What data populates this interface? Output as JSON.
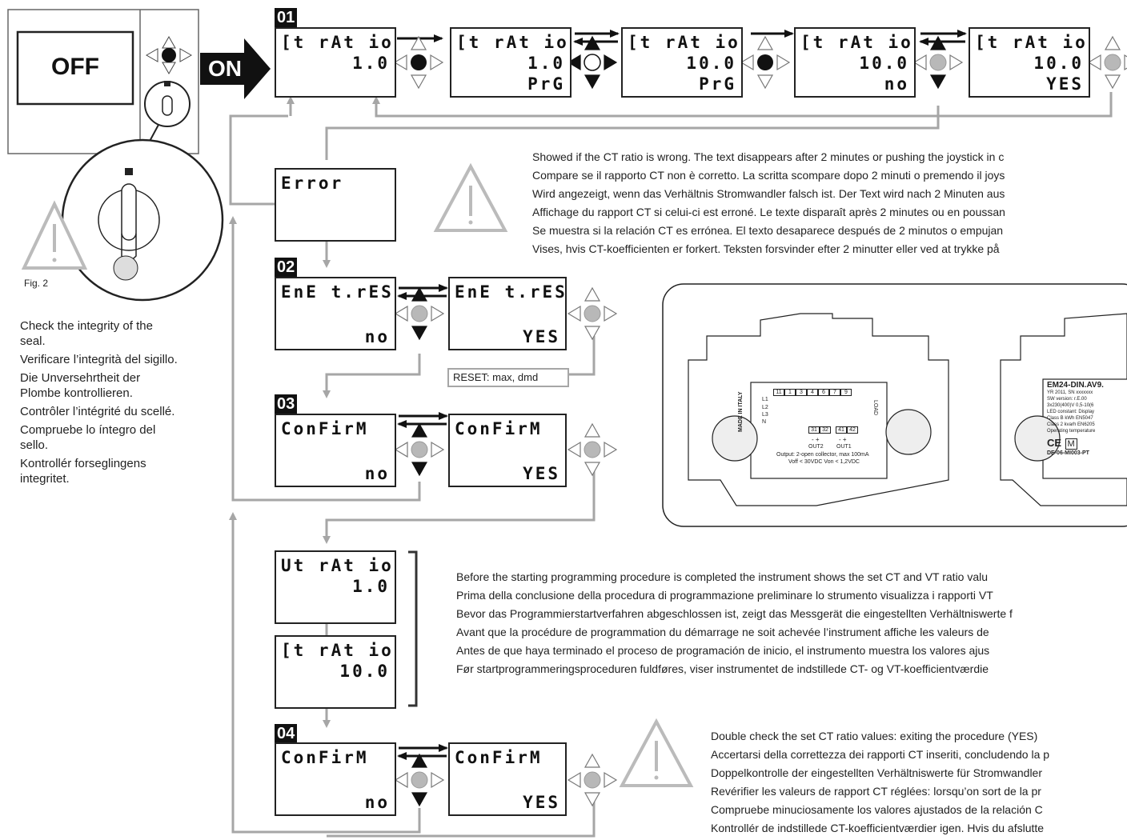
{
  "off_label": "OFF",
  "on_label": "ON",
  "fig_label": "Fig. 2",
  "seal_texts": [
    "Check the integrity of the seal.",
    "Verificare l’integrità del sigillo.",
    "Die Unversehrtheit der Plombe kontrollieren.",
    "Contrôler l’intégrité du scellé.",
    "Compruebe lo íntegro del sello.",
    "Kontrollér forseglingens integritet."
  ],
  "steps": [
    "01",
    "02",
    "03",
    "04"
  ],
  "lcd": {
    "s01_a": [
      "[t rAt io",
      "1.0",
      ""
    ],
    "s01_b": [
      "[t rAt io",
      "1.0",
      "PrG"
    ],
    "s01_c": [
      "[t rAt io",
      "10.0",
      "PrG"
    ],
    "s01_d": [
      "[t rAt io",
      "10.0",
      "no"
    ],
    "s01_e": [
      "[t rAt io",
      "10.0",
      "YES"
    ],
    "error": [
      "Error"
    ],
    "s02_a": [
      "EnE t.rES",
      "no"
    ],
    "s02_b": [
      "EnE t.rES",
      "YES"
    ],
    "s03_a": [
      "ConFirM",
      "no"
    ],
    "s03_b": [
      "ConFirM",
      "YES"
    ],
    "vt": [
      "Ut rAt io",
      "1.0"
    ],
    "ct": [
      "[t rAt io",
      "10.0"
    ],
    "s04_a": [
      "ConFirM",
      "no"
    ],
    "s04_b": [
      "ConFirM",
      "YES"
    ]
  },
  "reset_label": "RESET: max, dmd",
  "error_texts": [
    "Showed if the CT ratio is wrong. The text disappears after 2 minutes or pushing the joystick in c",
    "Compare se il rapporto CT non è corretto. La scritta scompare dopo 2 minuti o premendo il joys",
    "Wird angezeigt, wenn das Verhältnis Stromwandler falsch ist. Der Text wird nach 2 Minuten aus",
    "Affichage du rapport CT si celui-ci est erroné. Le texte disparaît après 2 minutes ou en poussan",
    "Se muestra si la relación CT es errónea. El texto desaparece después de 2 minutos o empujan",
    "Vises, hvis CT-koefficienten er forkert. Teksten forsvinder efter 2 minutter eller ved at trykke på"
  ],
  "ratio_texts": [
    "Before the starting programming procedure is completed the instrument shows the set CT and VT ratio valu",
    "Prima della conclusione della procedura di programmazione preliminare lo strumento visualizza i rapporti VT",
    "Bevor das Programmierstartverfahren abgeschlossen ist, zeigt das Messgerät die eingestellten Verhältniswerte f",
    "Avant que la procédure de programmation du démarrage ne soit achevée l’instrument affiche les valeurs de",
    "Antes de que haya terminado el proceso de programación de inicio, el instrumento muestra los valores ajus",
    "Før startprogrammeringsproceduren fuldføres, viser instrumentet de indstillede CT- og VT-koefficientværdie"
  ],
  "confirm_texts": [
    "Double check the set CT ratio values: exiting the procedure (YES)",
    "Accertarsi della correttezza dei rapporti CT inseriti, concludendo la p",
    "Doppelkontrolle der eingestellten Verhältniswerte für Stromwandler",
    "Revérifier les valeurs de rapport CT réglées: lorsqu’on sort de la pr",
    "Compruebe minuciosamente los valores ajustados de la relación C",
    "Kontrollér de indstillede CT-koefficientværdier igen. Hvis du afslutte"
  ],
  "device_left": {
    "made_in": "MADE IN ITALY",
    "terminals": [
      "11",
      "1",
      "3",
      "4",
      "6",
      "7",
      "9"
    ],
    "lines": [
      "L1",
      "L2",
      "L3",
      "N"
    ],
    "load": "LOAD",
    "out2_terms": [
      "31",
      "32"
    ],
    "out1_terms": [
      "41",
      "42"
    ],
    "pm": "- +",
    "out2": "OUT2",
    "out1": "OUT1",
    "output_1": "Output: 2-open collector, max 100mA",
    "output_2": "Voff < 30VDC Von < 1,2VDC"
  },
  "device_right": {
    "model": "EM24-DIN.AV9.",
    "lines": [
      "YR 2011, SN xxxxxxx",
      "SW version: r.E.00",
      "3x230(400)V  0,5-10(6",
      "LED constant: Display",
      "Class B kWh EN5047",
      "Class 2 kvarh EN6205",
      "Operating temperature"
    ],
    "ce": "CE",
    "m": "M",
    "code": "DE-06-MI003-PT"
  },
  "colors": {
    "accent_gray": "#a6a6a6",
    "dark": "#111111",
    "knob_gray": "#b8b8b8"
  }
}
